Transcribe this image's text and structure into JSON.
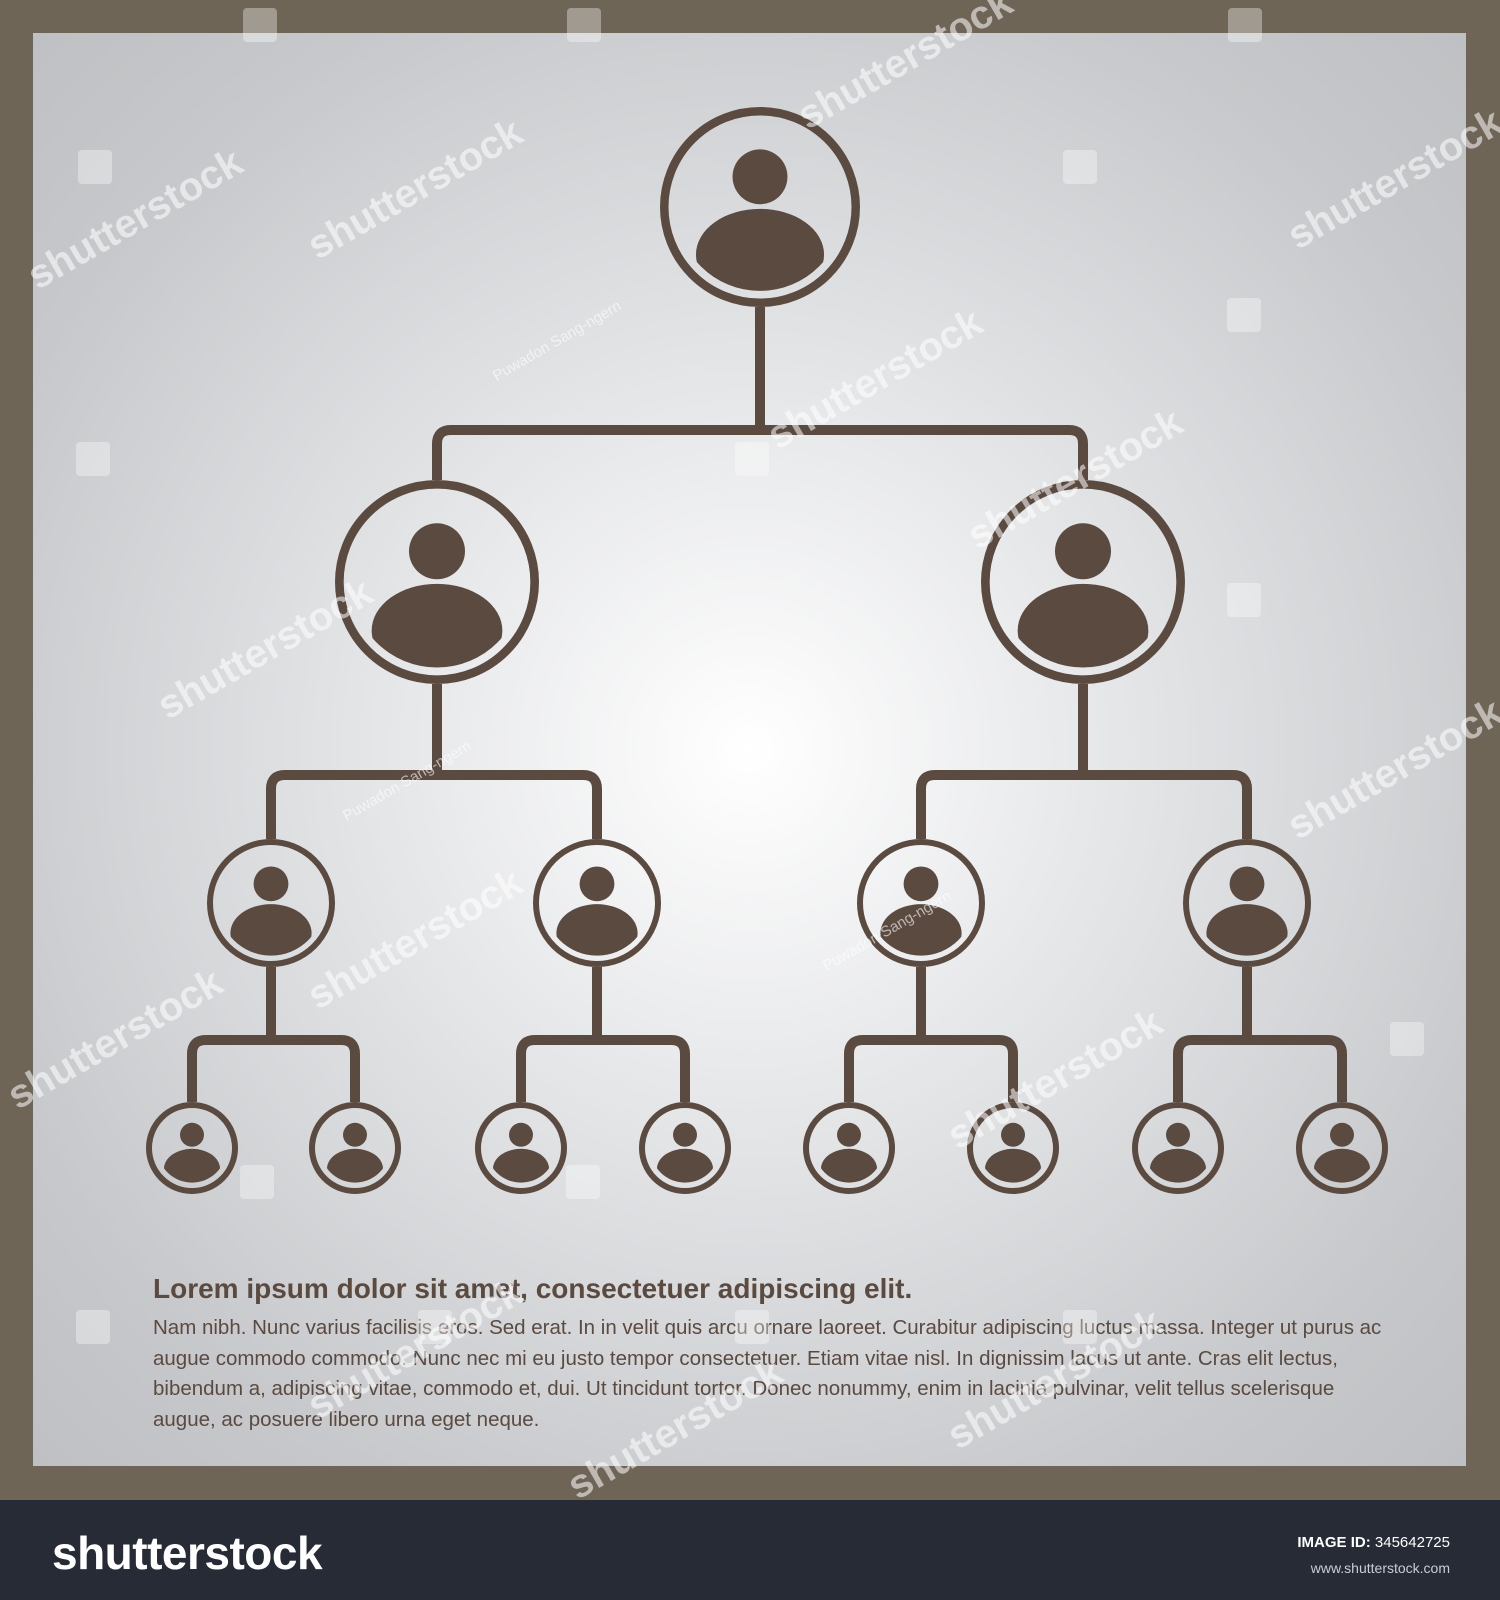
{
  "colors": {
    "frame": "#6f6557",
    "ink": "#5b4a40",
    "footer_bg": "#262b36"
  },
  "org_chart": {
    "levels": [
      1,
      2,
      4,
      8
    ],
    "node_icon": "person-icon"
  },
  "text": {
    "headline": "Lorem ipsum dolor sit amet, consectetuer adipiscing elit.",
    "body": "Nam nibh. Nunc varius facilisis eros. Sed erat. In in velit quis arcu ornare laoreet. Curabitur adipiscing luctus massa. Integer ut purus ac augue commodo commodo. Nunc nec mi eu justo tempor consectetuer. Etiam vitae nisl. In dignissim lacus ut ante. Cras elit lectus, bibendum a, adipiscing vitae, commodo et, dui. Ut tincidunt tortor. Donec nonummy, enim in lacinia pulvinar, velit tellus scelerisque augue, ac posuere libero urna eget neque."
  },
  "watermark": {
    "word": "shutterstock",
    "credit": "Puwadon Sang-ngern"
  },
  "footer": {
    "logo": "shutterstock",
    "image_id_label": "IMAGE ID:",
    "image_id": "345642725",
    "url": "www.shutterstock.com"
  }
}
